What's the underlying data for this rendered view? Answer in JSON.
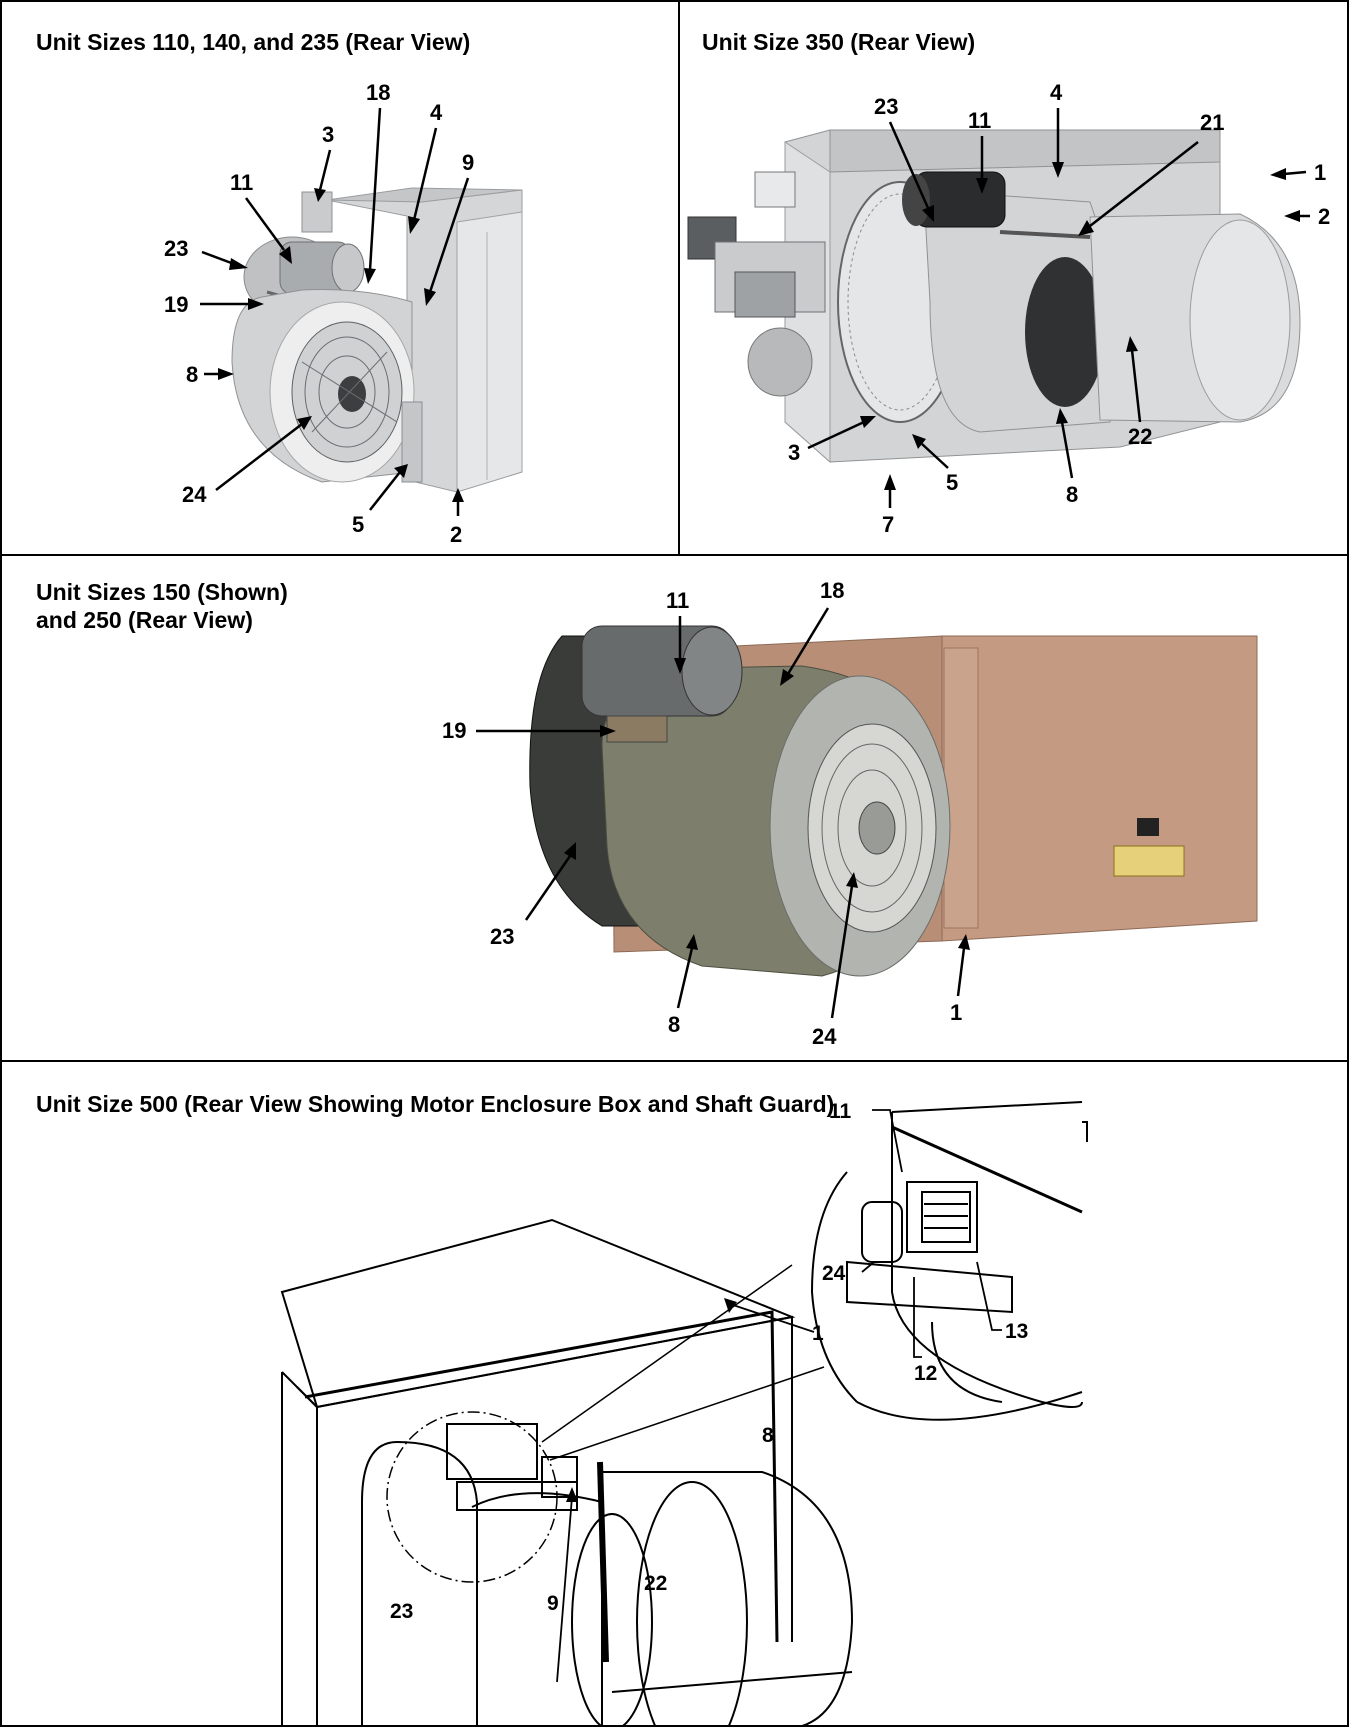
{
  "panels": [
    {
      "title": "Unit Sizes 110, 140, and 235 (Rear View)",
      "callouts": [
        "3",
        "18",
        "4",
        "9",
        "11",
        "23",
        "19",
        "8",
        "24",
        "5",
        "2"
      ]
    },
    {
      "title": "Unit Size 350 (Rear View)",
      "callouts": [
        "4",
        "23",
        "11",
        "21",
        "1",
        "2",
        "3",
        "5",
        "8",
        "22",
        "7"
      ]
    },
    {
      "title_line1": "Unit Sizes 150 (Shown)",
      "title_line2": "and 250 (Rear View)",
      "callouts": [
        "11",
        "18",
        "19",
        "23",
        "8",
        "24",
        "1"
      ]
    },
    {
      "title": "Unit Size 500 (Rear View Showing Motor Enclosure Box and Shaft Guard)",
      "callouts": [
        "11",
        "24",
        "13",
        "12",
        "1",
        "8",
        "23",
        "9",
        "22"
      ]
    }
  ],
  "colors": {
    "steel_light": "#d9dadb",
    "steel_mid": "#b9bbbd",
    "steel_dark": "#8c8f92",
    "copper_cabinet": "#c49a82",
    "copper_dark": "#a57c66",
    "olive_blower": "#7d7f6c",
    "line": "#000000"
  }
}
